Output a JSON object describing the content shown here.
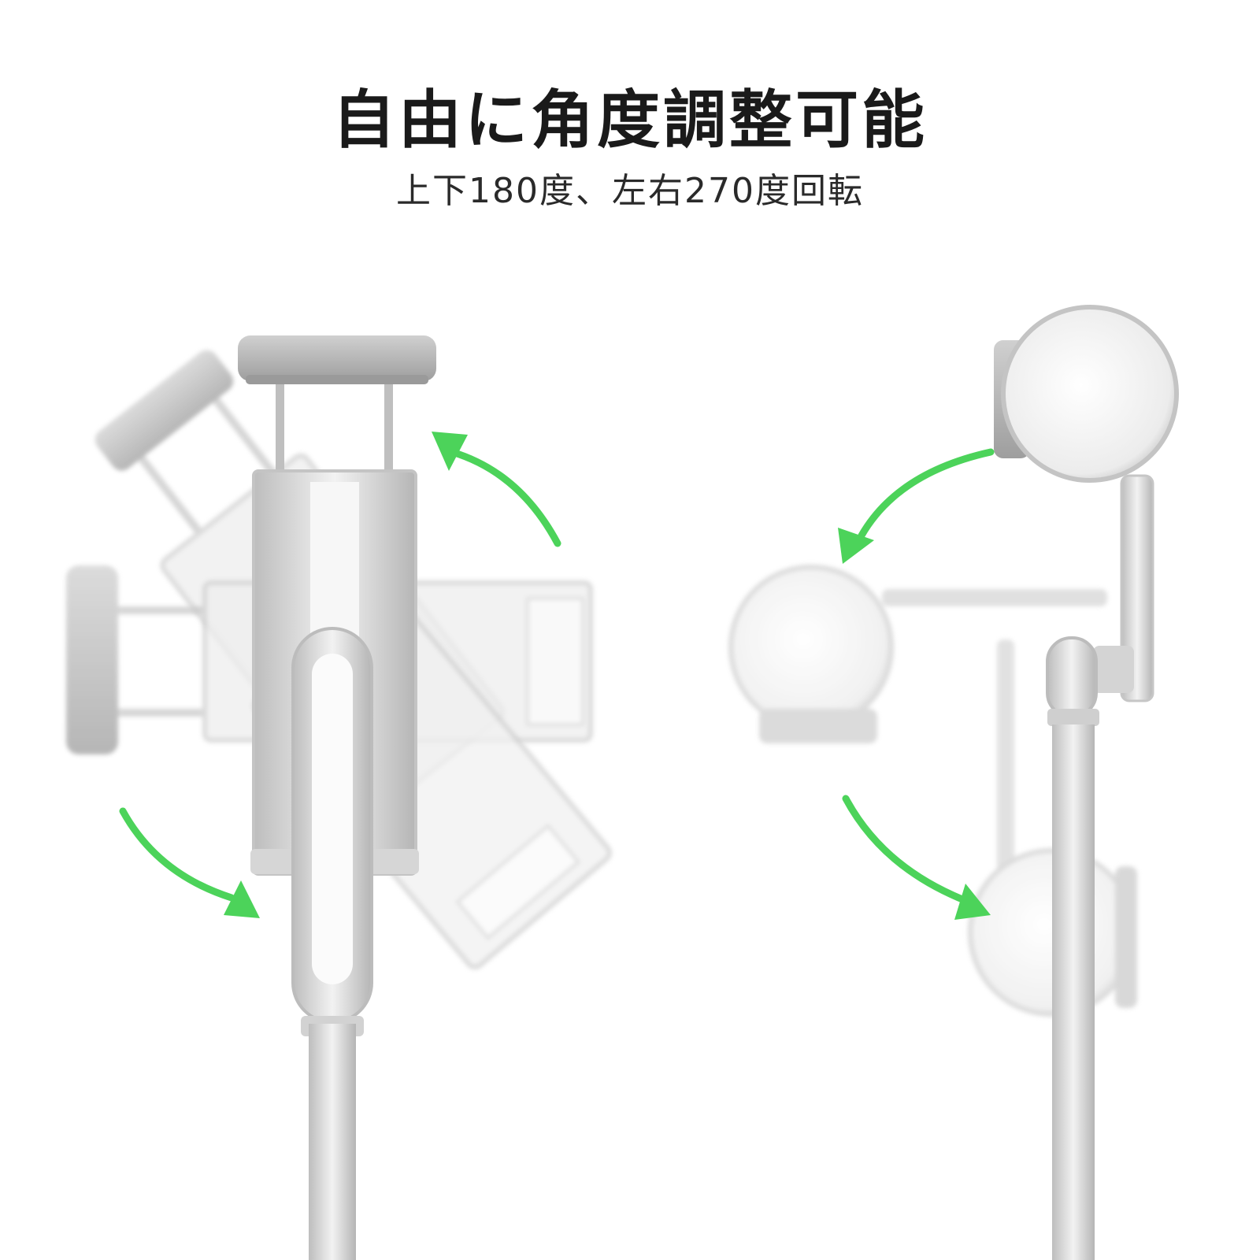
{
  "heading": "自由に角度調整可能",
  "subheading": "上下180度、左右270度回転",
  "colors": {
    "arrow": "#4cd35a",
    "metal_dark": "#a9a9a9",
    "metal_light": "#e9e9e9",
    "text": "#1a1a1a"
  },
  "icons": {
    "rotate_up": "curved-arrow-up-icon",
    "rotate_down": "curved-arrow-down-icon"
  },
  "rotation": {
    "vertical_degrees": 180,
    "horizontal_degrees": 270
  }
}
